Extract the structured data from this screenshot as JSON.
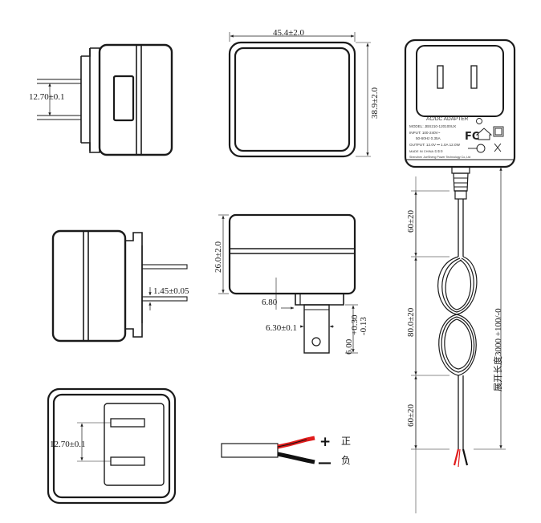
{
  "dimensions": {
    "side_view_pin_pitch": "12.70±0.1",
    "front_width": "45.4±2.0",
    "front_height": "38.9±2.0",
    "top_view_pin_thickness": "1.45±0.05",
    "side_depth": "26.0±2.0",
    "pin_offset": "6.80",
    "pin_width": "6.30±0.1",
    "pin_length": "6.00",
    "pin_length_tol_plus": "+0.30",
    "pin_length_tol_minus": "-0.13",
    "bottom_view_pin_pitch": "12.70±0.1",
    "cable_upper": "60±20",
    "cable_middle": "80.0±20",
    "cable_lower": "60±20",
    "cable_total": "展开长度3000 +100/-0"
  },
  "label": {
    "title": "AC/DC ADAPTER",
    "model": "MODEL: JBS210-120100UX",
    "input": "INPUT: 100-240V~",
    "input2": "50-60Hz 0.35A",
    "output": "OUTPUT: 12.0V ⎓ 1.0A 12.0W",
    "origin": "MADE IN CHINA  ①②③",
    "maker": "Shenzhen JueSheng Power Technology Co.,Ltd"
  },
  "wire_legend": {
    "positive_sign": "+",
    "positive_text": "正",
    "negative_sign": "—",
    "negative_text": "负",
    "positive_color": "#e01b1b",
    "negative_color": "#111111"
  }
}
